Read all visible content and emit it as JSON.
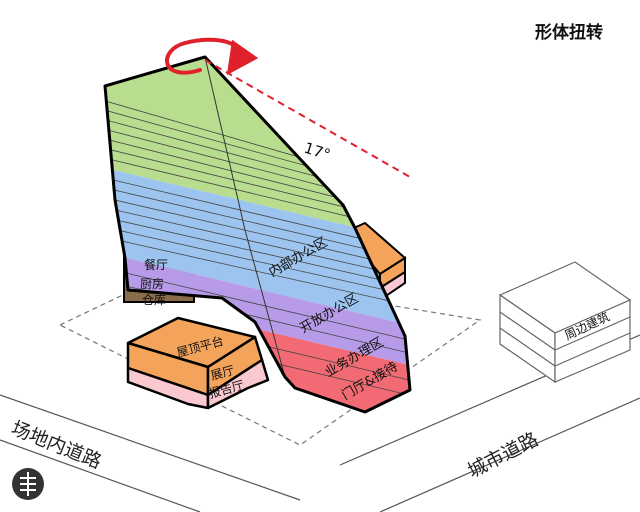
{
  "title": "形体扭转",
  "angle_label": "17°",
  "floor_labels": {
    "internal_office": "内部办公区",
    "open_office": "开放办公区",
    "business_hall": "业务办理区",
    "lobby_reception": "门厅&接待"
  },
  "podium_labels": {
    "canteen": "餐厅",
    "kitchen": "厨房",
    "warehouse": "仓库",
    "roof_platform": "屋顶平台",
    "exhibition_hall": "展厅",
    "lecture_hall": "报告厅"
  },
  "surrounding_building": "周边建筑",
  "road_left": "场地内道路",
  "road_right": "城市道路",
  "colors": {
    "internal_office": "#b9dd8f",
    "open_office": "#9cc4ee",
    "business_hall": "#b79be8",
    "lobby": "#f26a73",
    "roof_platform": "#f4a45a",
    "exhibition": "#f9c9cf",
    "canteen": "#a8d8a4",
    "kitchen": "#8a6b4a",
    "rotation_arrow": "#e0202a"
  }
}
